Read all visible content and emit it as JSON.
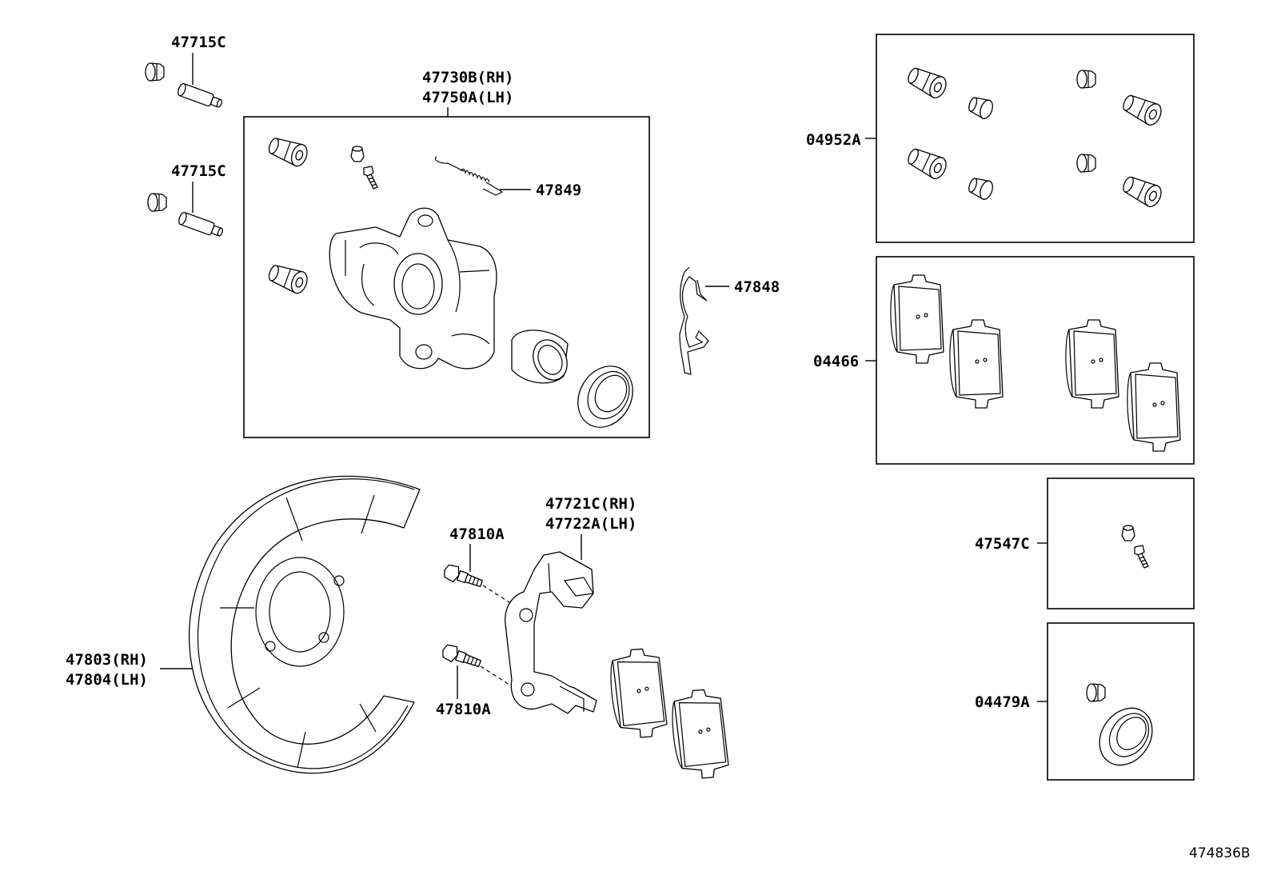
{
  "labels": {
    "l47715c_a": "47715C",
    "l47715c_b": "47715C",
    "l47730b": "47730B(RH)",
    "l47750a": "47750A(LH)",
    "l47849": "47849",
    "l47848": "47848",
    "l04952a": "04952A",
    "l04466": "04466",
    "l47547c": "47547C",
    "l04479a": "04479A",
    "l47721c": "47721C(RH)",
    "l47722a": "47722A(LH)",
    "l47810a_a": "47810A",
    "l47810a_b": "47810A",
    "l47803": "47803(RH)",
    "l47804": "47804(LH)"
  },
  "diagram_ref": "474836B"
}
